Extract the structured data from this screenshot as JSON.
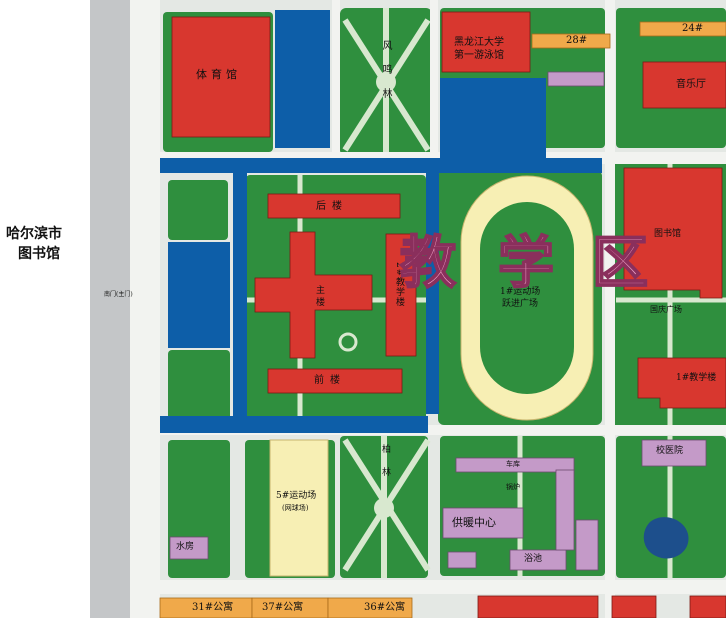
{
  "legend": {
    "library_city": [
      "哈尔滨市",
      "图书馆"
    ]
  },
  "buildings": {
    "gym": "体育馆",
    "swim_hall": [
      "黑龙江大学",
      "第一游泳馆"
    ],
    "b28": "28#",
    "b24": "24#",
    "music_hall": "音乐厅",
    "library": "图书馆",
    "back_building": "后楼",
    "main_building": "主楼",
    "teaching2": "2#教学楼",
    "front_building": "前楼",
    "teaching1": "1#教学楼",
    "hospital": "校医院",
    "heating": "供暖中心",
    "bath": "浴池",
    "water_room": "水房",
    "dorm31": "31#公寓",
    "dorm37": "37#公寓",
    "dorm36": "36#公寓"
  },
  "areas": {
    "fengming_forest": "风鸣林",
    "sports_field1": [
      "1#运动场",
      "跃进广场"
    ],
    "sports_field5": [
      "5#运动场",
      "(网球场)"
    ],
    "guoqing_square": "国庆广场",
    "big_label_chars": [
      "教",
      "学",
      "区"
    ],
    "grove_south": "柏林",
    "garage": "车库",
    "boiler": "锅炉",
    "gate": "南门(主门)"
  },
  "colors": {
    "building_red": "#d8372f",
    "route_blue": "#0d5ea8",
    "grass_green": "#2f8f3e",
    "path_bg": "#d8e8cf",
    "track_yellow": "#f7efb4",
    "dorm_orange": "#f0a94a",
    "service_purple": "#c49ac8",
    "big_text_pink": "#f0a3c8",
    "road_gray": "#dfe3e0",
    "sidebar_gray": "#c4c6c8"
  }
}
